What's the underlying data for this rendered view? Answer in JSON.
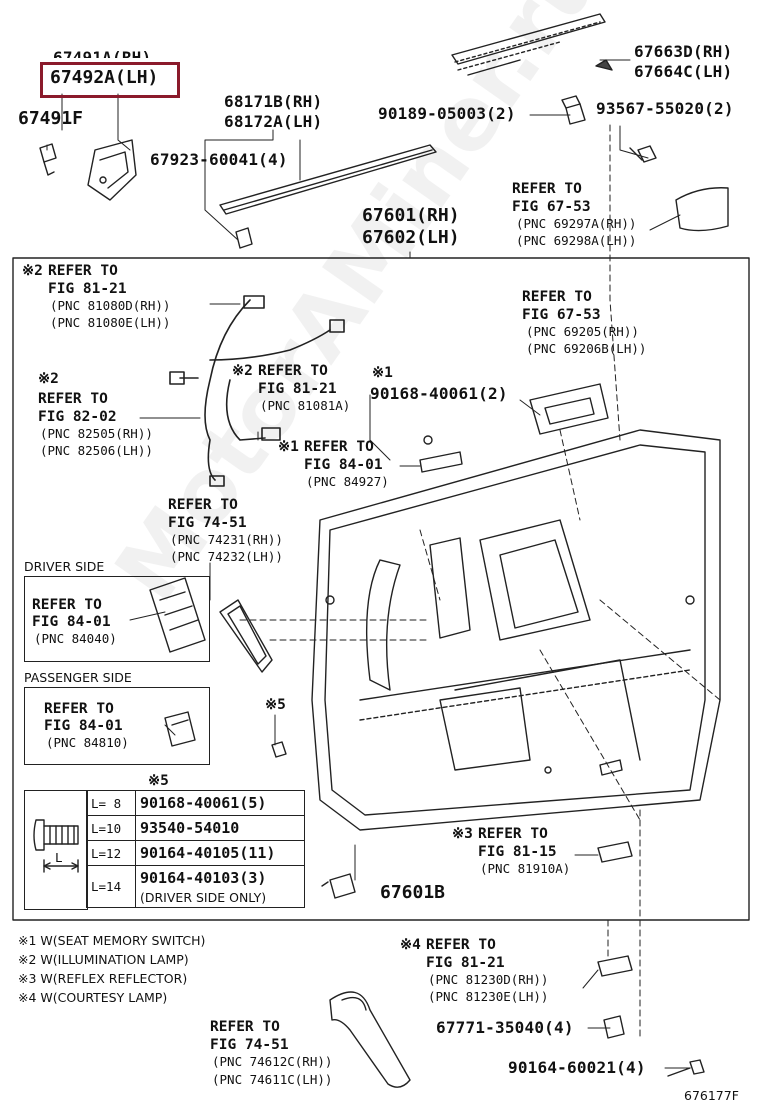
{
  "watermark": "MotorAMiner.ru",
  "diagram_id": "676177F",
  "parts": {
    "p67491a": "67491A(RH)",
    "p67492a": "67492A(LH)",
    "p67491f": "67491F",
    "p68171b": "68171B(RH)",
    "p68172a": "68172A(LH)",
    "p67923": "67923-60041(4)",
    "p90189": "90189-05003(2)",
    "p93567": "93567-55020(2)",
    "p67663d": "67663D(RH)",
    "p67664c": "67664C(LH)",
    "p67601": "67601(RH)",
    "p67602": "67602(LH)",
    "p90168_2": "90168-40061(2)",
    "p67601b": "67601B",
    "p67771": "67771-35040(4)",
    "p90164_60021": "90164-60021(4)"
  },
  "refs": {
    "r1": {
      "prefix": "※2",
      "title": "REFER TO",
      "fig": "FIG 81-21",
      "pnc": [
        "(PNC 81080D(RH))",
        "(PNC 81080E(LH))"
      ]
    },
    "r2": {
      "title": "REFER TO",
      "fig": "FIG 67-53",
      "pnc": [
        "(PNC 69297A(RH))",
        "(PNC 69298A(LH))"
      ]
    },
    "r3": {
      "title": "REFER TO",
      "fig": "FIG 67-53",
      "pnc": [
        "(PNC 69205(RH))",
        "(PNC 69206B(LH))"
      ]
    },
    "r4": {
      "prefix": "※2",
      "title": "REFER TO",
      "fig": "FIG 82-02",
      "pnc": [
        "(PNC 82505(RH))",
        "(PNC 82506(LH))"
      ]
    },
    "r5": {
      "prefix": "※2",
      "title": "REFER TO",
      "fig": "FIG 81-21",
      "pnc": [
        "(PNC 81081A)"
      ]
    },
    "r6": {
      "prefix": "※1",
      "title": "REFER TO",
      "fig": "FIG 84-01",
      "pnc": [
        "(PNC 84927)"
      ]
    },
    "r7": {
      "title": "REFER TO",
      "fig": "FIG 74-51",
      "pnc": [
        "(PNC 74231(RH))",
        "(PNC 74232(LH))"
      ]
    },
    "r8": {
      "title": "REFER TO",
      "fig": "FIG 84-01",
      "pnc": [
        "(PNC 84040)"
      ]
    },
    "r9": {
      "title": "REFER TO",
      "fig": "FIG 84-01",
      "pnc": [
        "(PNC 84810)"
      ]
    },
    "r10": {
      "prefix": "※3",
      "title": "REFER TO",
      "fig": "FIG 81-15",
      "pnc": [
        "(PNC 81910A)"
      ]
    },
    "r11": {
      "prefix": "※4",
      "title": "REFER TO",
      "fig": "FIG 81-21",
      "pnc": [
        "(PNC 81230D(RH))",
        "(PNC 81230E(LH))"
      ]
    },
    "r12": {
      "title": "REFER TO",
      "fig": "FIG 74-51",
      "pnc": [
        "(PNC 74612C(RH))",
        "(PNC 74611C(LH))"
      ]
    }
  },
  "marks": {
    "m1": "※1",
    "m5": "※5",
    "m5b": "※5"
  },
  "driver_side": "DRIVER SIDE",
  "passenger_side": "PASSENGER SIDE",
  "fastener_table": {
    "rows": [
      {
        "len": "L= 8",
        "part": "90168-40061(5)"
      },
      {
        "len": "L=10",
        "part": "93540-54010"
      },
      {
        "len": "L=12",
        "part": "90164-40105(11)"
      },
      {
        "len": "L=14",
        "part": "90164-40103(3)"
      }
    ],
    "note": "(DRIVER SIDE ONLY)",
    "dim_label": "L"
  },
  "legend": [
    "※1 W(SEAT MEMORY SWITCH)",
    "※2 W(ILLUMINATION LAMP)",
    "※3 W(REFLEX REFLECTOR)",
    "※4 W(COURTESY LAMP)"
  ],
  "colors": {
    "highlight": "#8b1a2b",
    "ink": "#111111"
  }
}
